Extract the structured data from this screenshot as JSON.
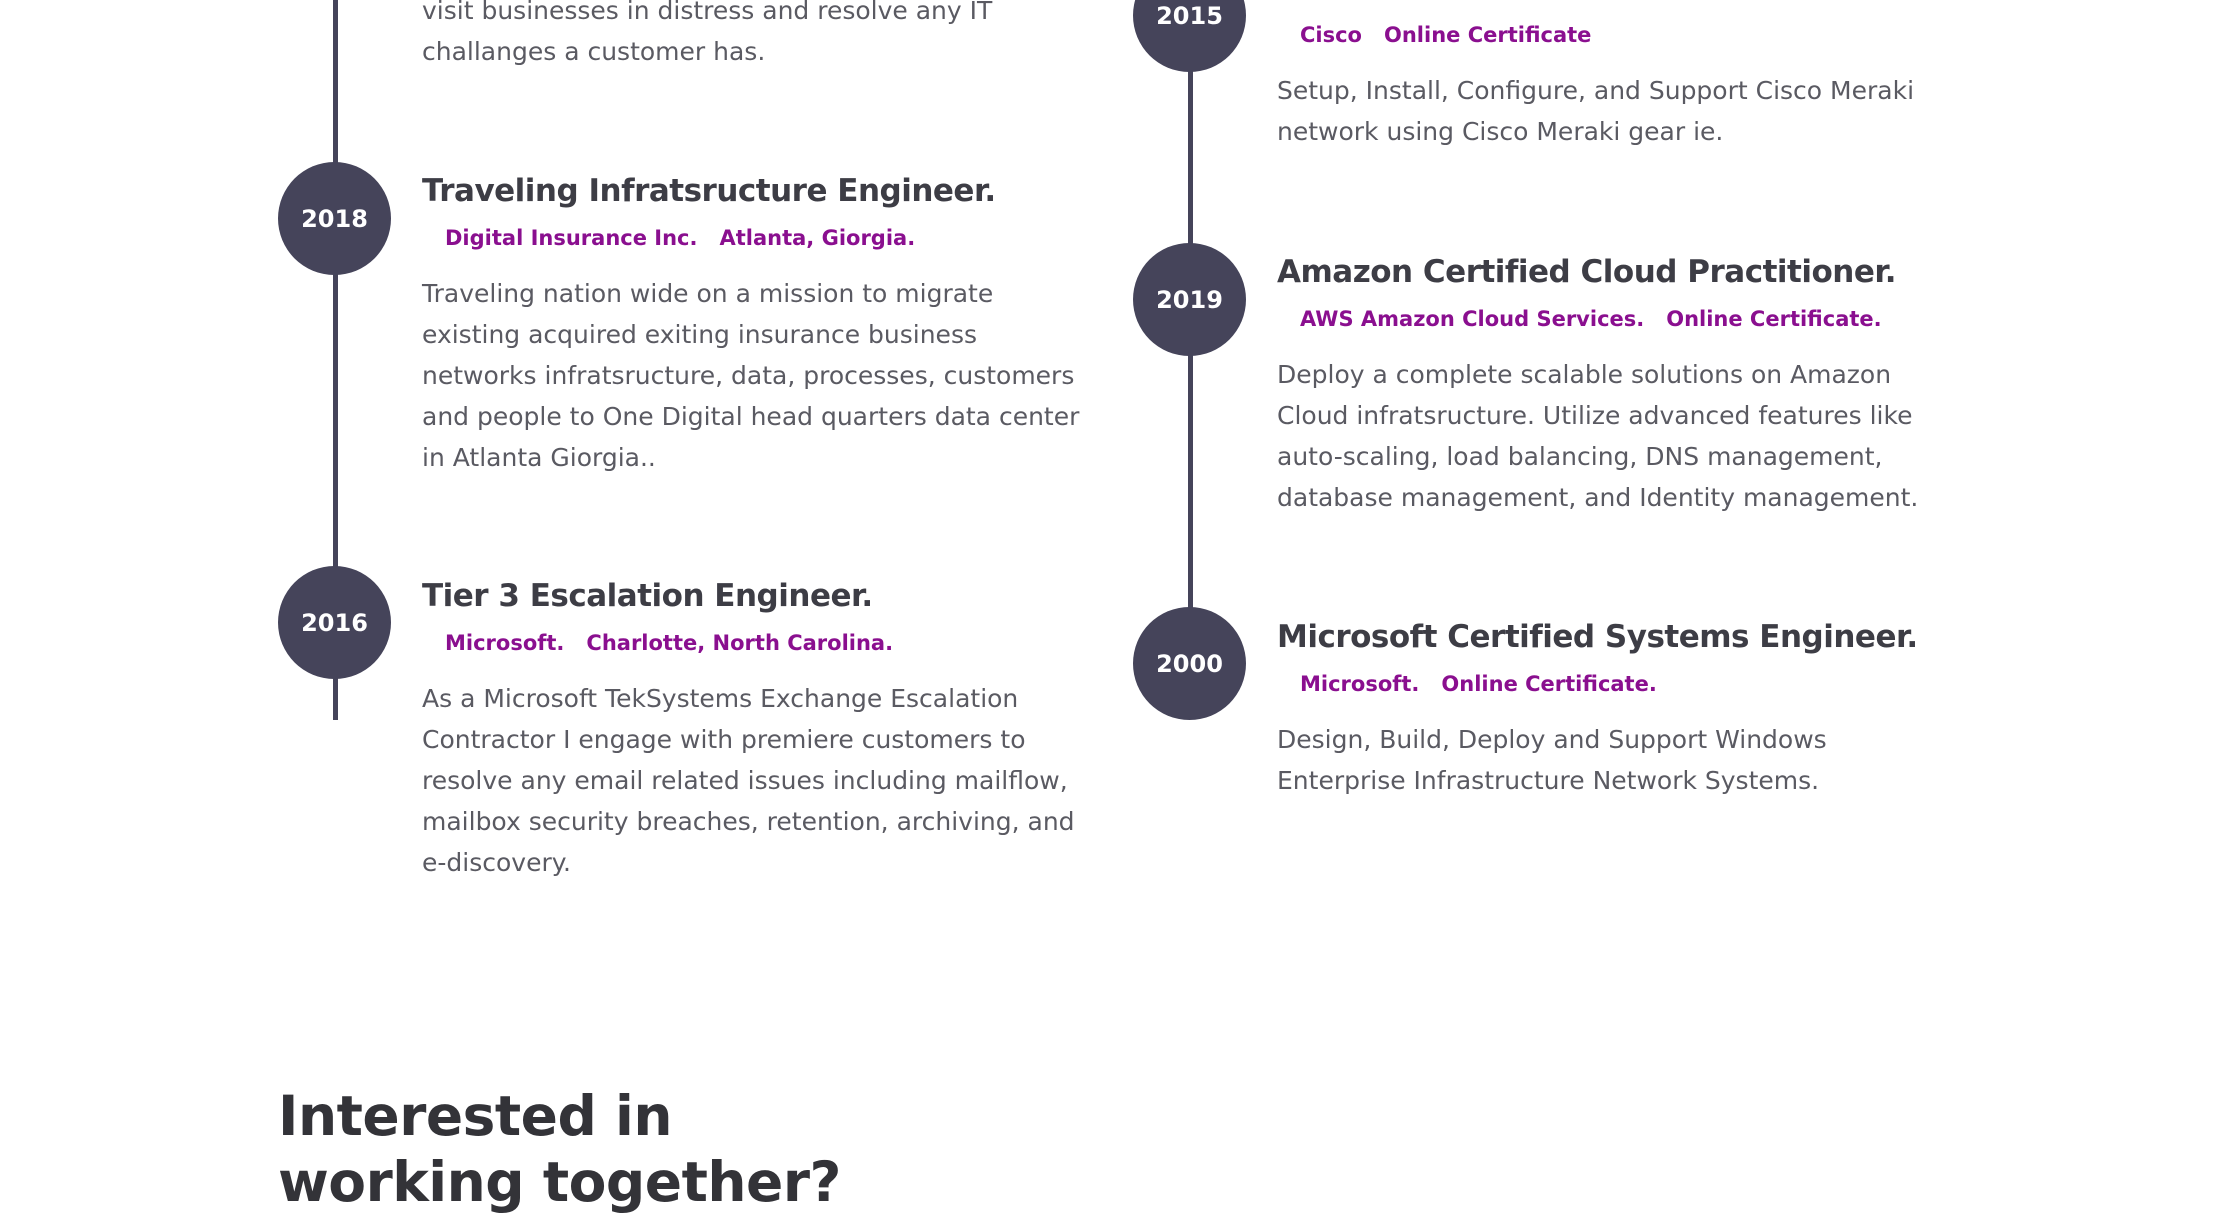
{
  "left_column": {
    "partial_description": "visit businesses in distress and resolve any IT challanges a customer has.",
    "entries": [
      {
        "year": "2018",
        "title": "Traveling Infratsructure Engineer.",
        "company": "Digital Insurance Inc.",
        "location": "Atlanta, Giorgia.",
        "description": "Traveling nation wide on a mission to migrate existing acquired exiting insurance business networks infratsructure, data, processes, customers and people to One Digital head quarters data center in Atlanta Giorgia.."
      },
      {
        "year": "2016",
        "title": "Tier 3 Escalation Engineer.",
        "company": "Microsoft.",
        "location": "Charlotte, North Carolina.",
        "description": "As a Microsoft TekSystems Exchange Escalation Contractor I engage with premiere customers to resolve any email related issues including mailflow, mailbox security breaches, retention, archiving, and e-discovery."
      }
    ]
  },
  "right_column": {
    "entries": [
      {
        "year": "2015",
        "title": "",
        "company": "Cisco",
        "location": "Online Certificate",
        "description": "Setup, Install, Configure, and Support Cisco Meraki network using Cisco Meraki gear ie."
      },
      {
        "year": "2019",
        "title": "Amazon Certified Cloud Practitioner.",
        "company": "AWS Amazon Cloud Services.",
        "location": "Online Certificate.",
        "description": "Deploy a complete scalable solutions on Amazon Cloud infratsructure. Utilize advanced features like auto-scaling, load balancing, DNS management, database management, and Identity management."
      },
      {
        "year": "2000",
        "title": "Microsoft Certified Systems Engineer.",
        "company": "Microsoft.",
        "location": "Online Certificate.",
        "description": "Design, Build, Deploy and Support Windows Enterprise Infrastructure Network Systems."
      }
    ]
  },
  "cta": {
    "line1": "Interested in",
    "line2": "working together?"
  }
}
